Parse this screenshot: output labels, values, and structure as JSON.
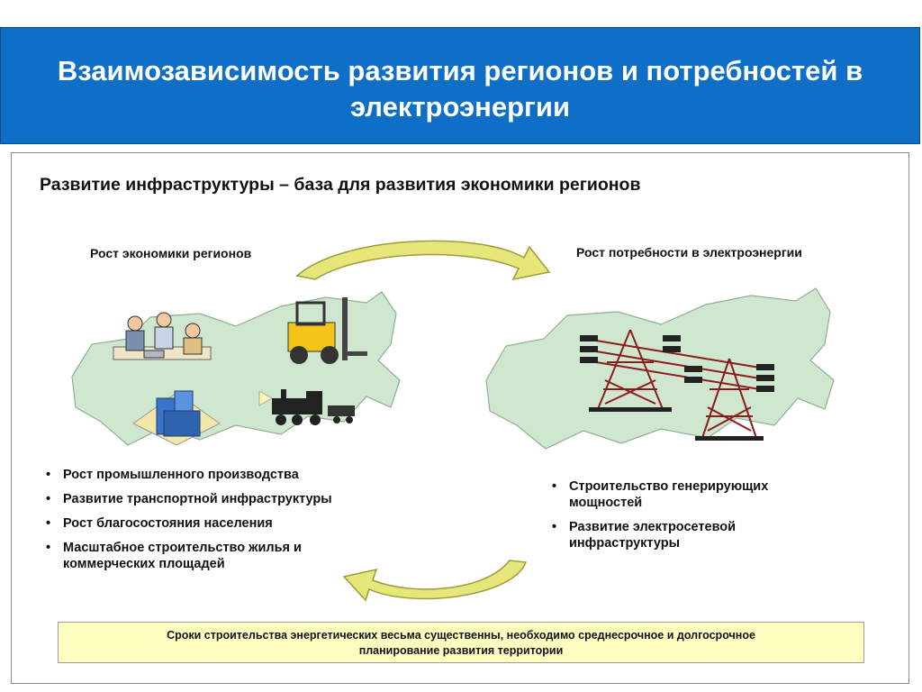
{
  "header": {
    "title_line1": "Взаимозависимость развития регионов и потребностей в",
    "title_line2": "электроэнергии"
  },
  "subtitle": "Развитие инфраструктуры – база для развития экономики регионов",
  "left": {
    "label": "Рост экономики регионов",
    "bullets": [
      "Рост промышленного производства",
      "Развитие транспортной инфраструктуры",
      "Рост благосостояния населения",
      "Масштабное строительство жилья и коммерческих площадей"
    ]
  },
  "right": {
    "label": "Рост потребности в электроэнергии",
    "bullets": [
      "Строительство генерирующих мощностей",
      "Развитие электросетевой инфраструктуры"
    ]
  },
  "note": {
    "line1": "Сроки  строительства энергетических  весьма существенны, необходимо среднесрочное и долгосрочное",
    "line2": "планирование развития территории"
  },
  "bullet_glyph": "•",
  "icons": [
    "people-meeting-icon",
    "forklift-icon",
    "building-icon",
    "locomotive-icon",
    "power-tower-icon"
  ],
  "colors": {
    "header_bg": "#0f6fc6",
    "map_fill": "#cfe6cf",
    "arrow_fill": "#e6e67a",
    "note_bg": "#ffffc2",
    "tower": "#8b1d1d"
  }
}
